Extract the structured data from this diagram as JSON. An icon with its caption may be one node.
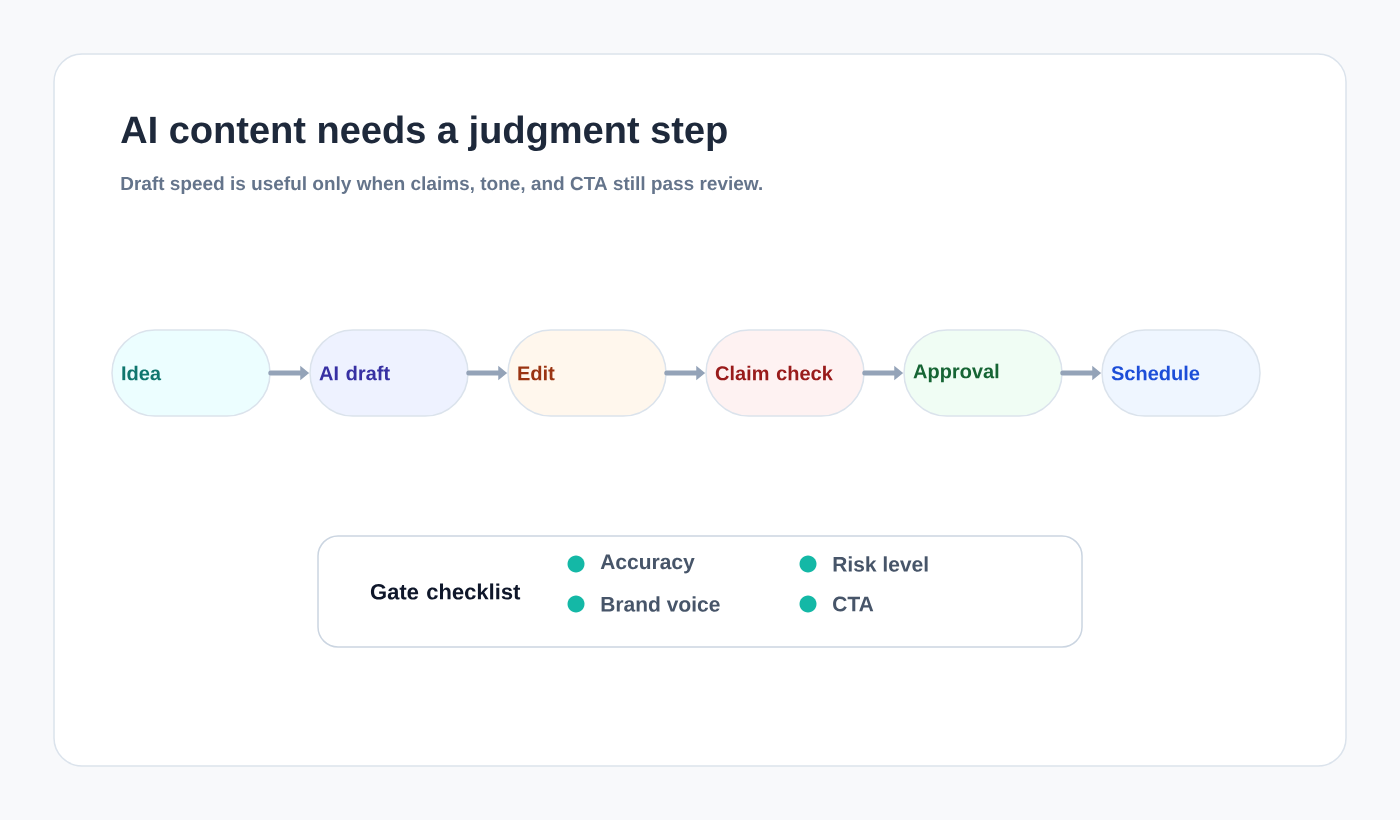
{
  "diagram": {
    "title": "AI content needs a judgment step",
    "caption": "Draft speed is useful only when claims, tone, and CTA still pass review.",
    "nodes": [
      {
        "text": [
          "Idea"
        ]
      },
      {
        "text": [
          "AI draft"
        ]
      },
      {
        "text": [
          "Edit"
        ]
      },
      {
        "text": [
          "Claim check"
        ]
      },
      {
        "text": [
          "Approval"
        ]
      },
      {
        "text": [
          "Schedule"
        ]
      },
      {
        "text": [
          "Gate checklist"
        ]
      }
    ],
    "edges": [
      {
        "from": 0,
        "to": 1,
        "arrow": "to"
      },
      {
        "from": 1,
        "to": 2,
        "arrow": "to"
      },
      {
        "from": 2,
        "to": 3,
        "arrow": "to"
      },
      {
        "from": 3,
        "to": 4,
        "arrow": "to"
      },
      {
        "from": 4,
        "to": 5,
        "arrow": "to"
      }
    ],
    "labels": [
      "Accuracy",
      "Risk level",
      "Brand voice",
      "CTA"
    ]
  }
}
